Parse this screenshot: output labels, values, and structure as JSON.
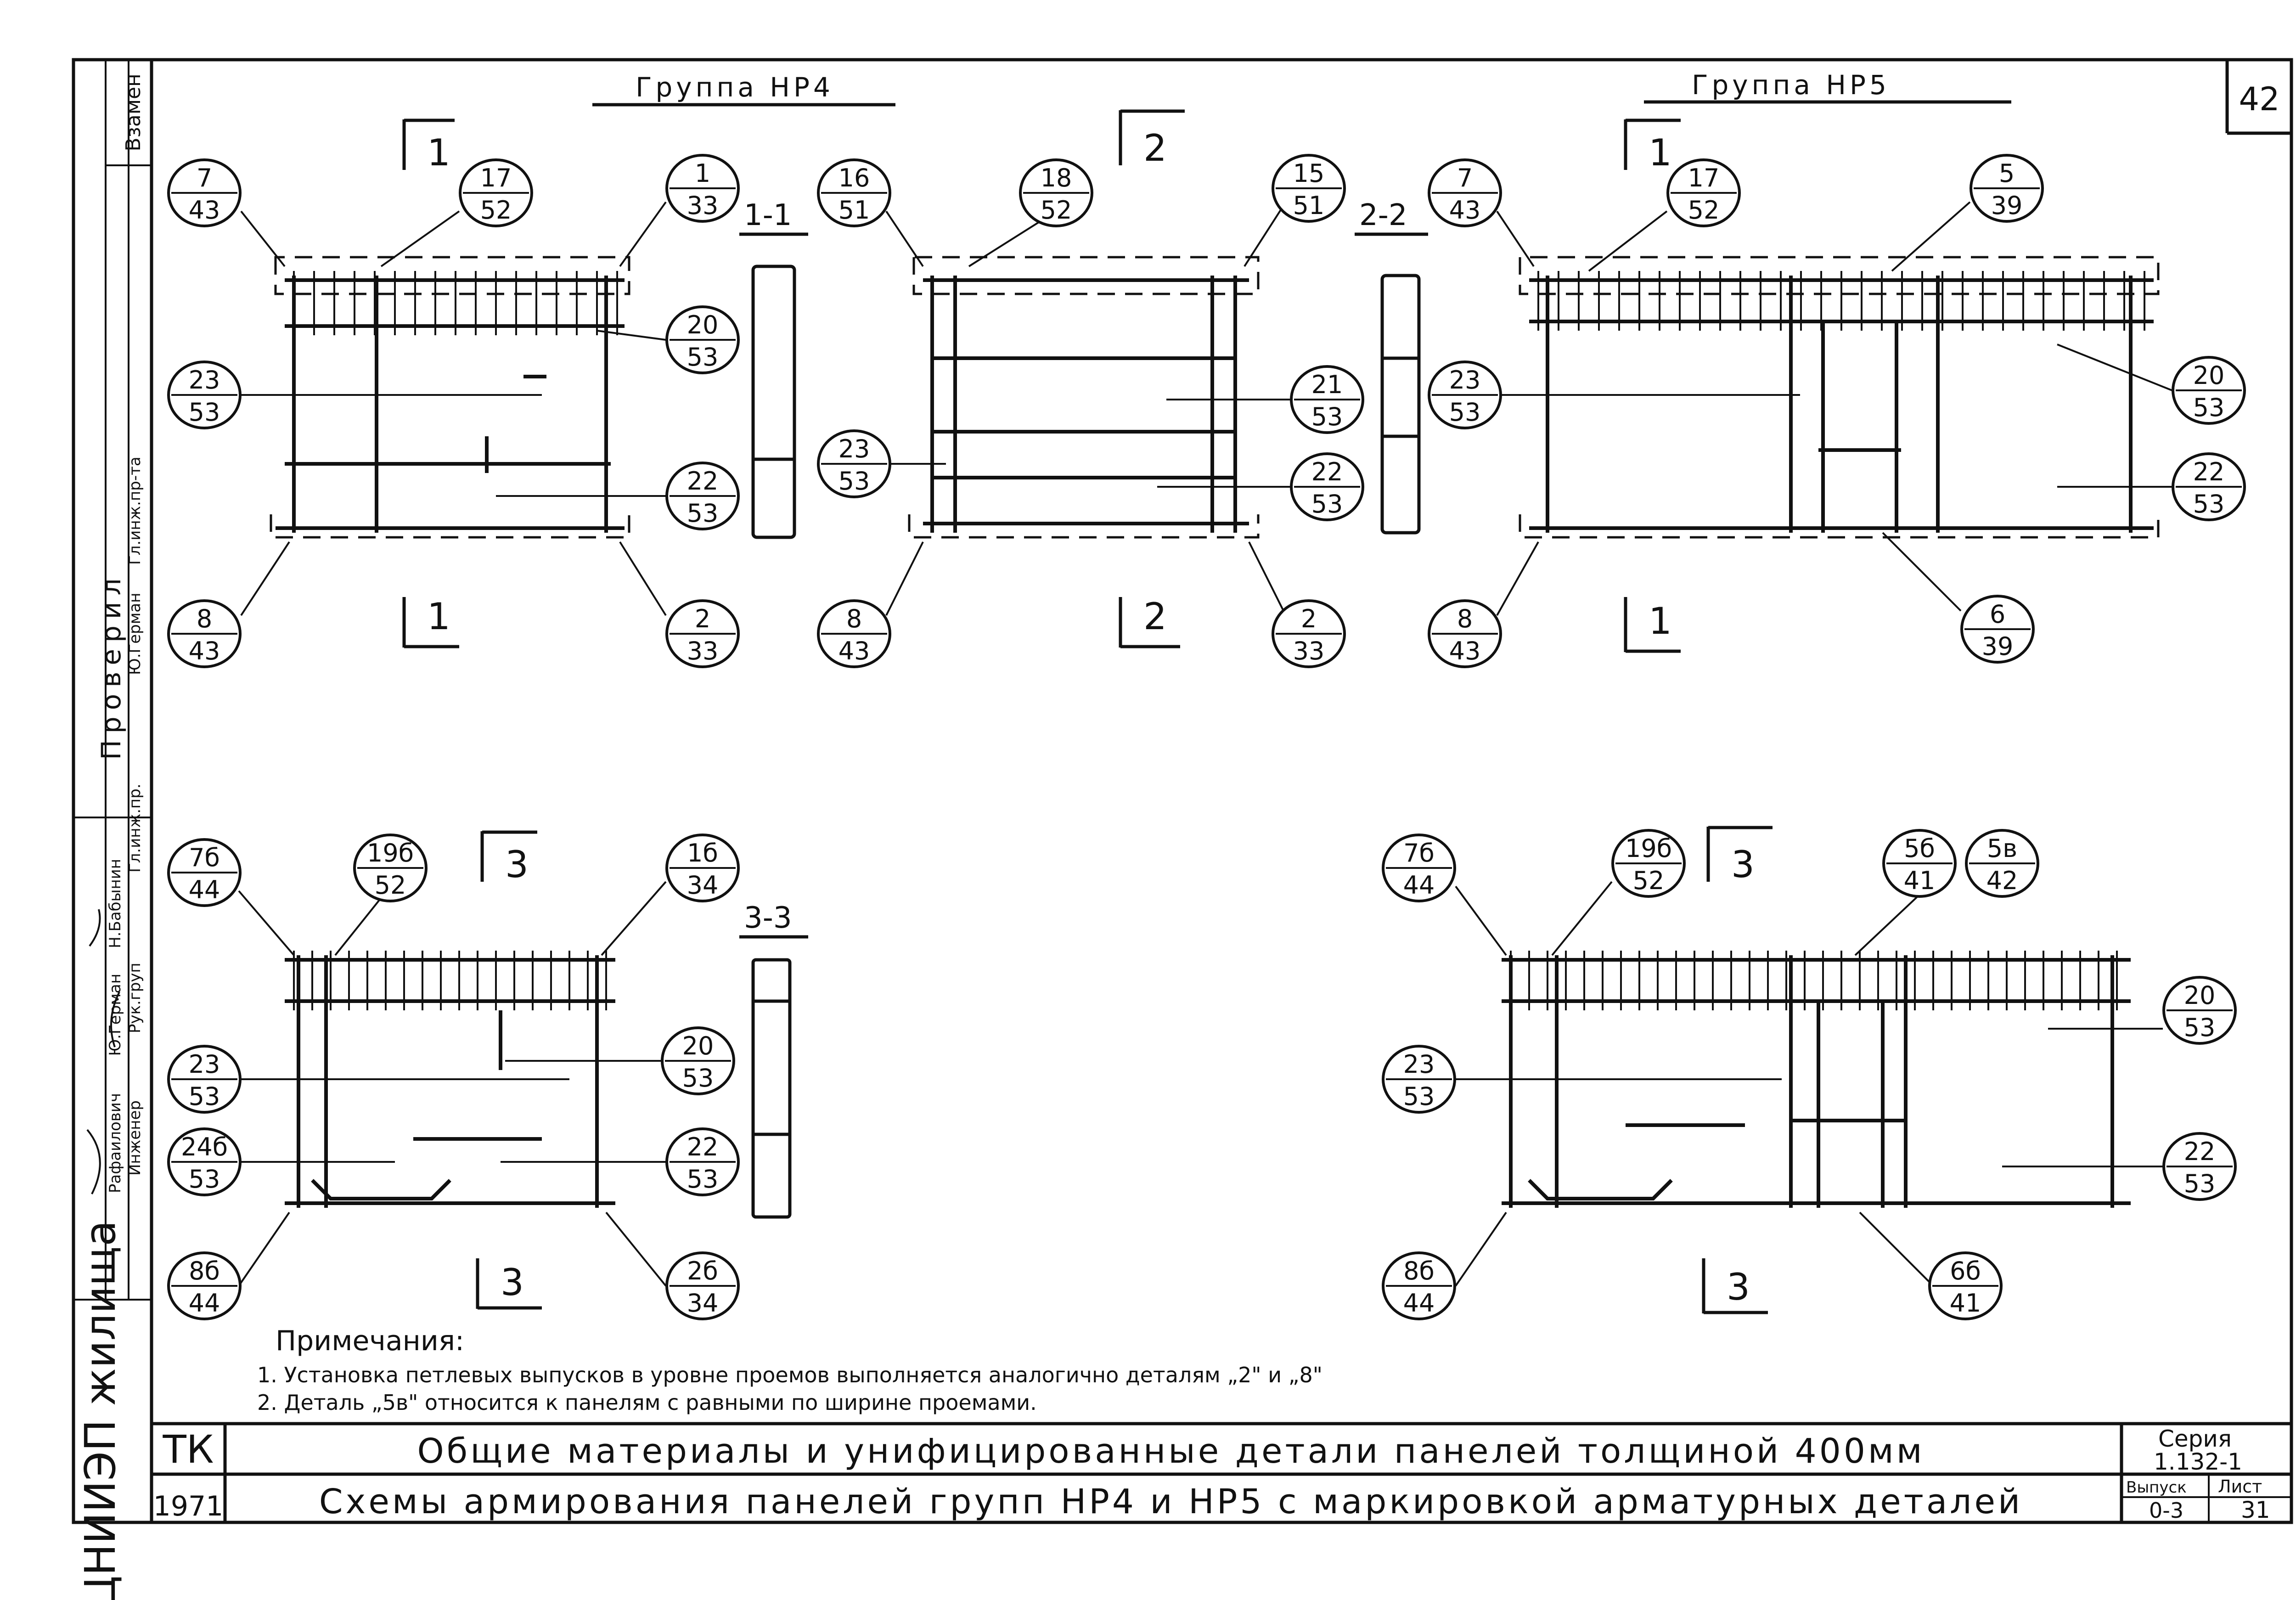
{
  "sheet_number": "42",
  "groups": {
    "hp4": "Группа  НР4",
    "hp5": "Группа  НР5"
  },
  "section_cuts": {
    "c1": "1",
    "c2": "2",
    "c3": "3",
    "s11": "1-1",
    "s22": "2-2",
    "s33": "3-3"
  },
  "callouts": [
    {
      "top": "7",
      "bottom": "43"
    },
    {
      "top": "17",
      "bottom": "52"
    },
    {
      "top": "1",
      "bottom": "33"
    },
    {
      "top": "20",
      "bottom": "53"
    },
    {
      "top": "23",
      "bottom": "53"
    },
    {
      "top": "22",
      "bottom": "53"
    },
    {
      "top": "8",
      "bottom": "43"
    },
    {
      "top": "2",
      "bottom": "33"
    },
    {
      "top": "16",
      "bottom": "51"
    },
    {
      "top": "18",
      "bottom": "52"
    },
    {
      "top": "15",
      "bottom": "51"
    },
    {
      "top": "21",
      "bottom": "53"
    },
    {
      "top": "23",
      "bottom": "53"
    },
    {
      "top": "22",
      "bottom": "53"
    },
    {
      "top": "8",
      "bottom": "43"
    },
    {
      "top": "2",
      "bottom": "33"
    },
    {
      "top": "7",
      "bottom": "43"
    },
    {
      "top": "17",
      "bottom": "52"
    },
    {
      "top": "5",
      "bottom": "39"
    },
    {
      "top": "23",
      "bottom": "53"
    },
    {
      "top": "20",
      "bottom": "53"
    },
    {
      "top": "22",
      "bottom": "53"
    },
    {
      "top": "8",
      "bottom": "43"
    },
    {
      "top": "6",
      "bottom": "39"
    },
    {
      "top": "7б",
      "bottom": "44"
    },
    {
      "top": "19б",
      "bottom": "52"
    },
    {
      "top": "1б",
      "bottom": "34"
    },
    {
      "top": "23",
      "bottom": "53"
    },
    {
      "top": "20",
      "bottom": "53"
    },
    {
      "top": "24б",
      "bottom": "53"
    },
    {
      "top": "22",
      "bottom": "53"
    },
    {
      "top": "8б",
      "bottom": "44"
    },
    {
      "top": "2б",
      "bottom": "34"
    },
    {
      "top": "7б",
      "bottom": "44"
    },
    {
      "top": "19б",
      "bottom": "52"
    },
    {
      "top": "5б",
      "bottom": "41"
    },
    {
      "top": "5в",
      "bottom": "42"
    },
    {
      "top": "20",
      "bottom": "53"
    },
    {
      "top": "23",
      "bottom": "53"
    },
    {
      "top": "22",
      "bottom": "53"
    },
    {
      "top": "8б",
      "bottom": "44"
    },
    {
      "top": "6б",
      "bottom": "41"
    }
  ],
  "notes": {
    "heading": "Примечания:",
    "line1": "1. Установка петлевых выпусков в уровне проемов выполняется аналогично деталям „2\" и „8\"",
    "line2": "2. Деталь „5в\" относится к панелям с равными по ширине проемами."
  },
  "title_block": {
    "org": "ТК",
    "year": "1971",
    "title_line1": "Общие материалы и унифицированные детали панелей толщиной 400мм",
    "title_line2": "Схемы армирования панелей групп НР4 и НР5 с маркировкой арматурных деталей",
    "series_label": "Серия",
    "series_value": "1.132-1",
    "issue_label": "Выпуск",
    "issue_value": "0-3",
    "sheet_label": "Лист",
    "sheet_value": "31"
  },
  "side_stamp": {
    "institute": "ЦНИИЭП жилища",
    "zamen": "Взамен",
    "proveril": "Проверил",
    "roles": [
      "Гл.инж.пр.",
      "Рук.груп",
      "Инженер",
      "Гл.инж.пр-та"
    ],
    "names": [
      "Н.Бабынин",
      "Ю.Герман",
      "Рафаилович",
      "Ю.Герман"
    ]
  }
}
